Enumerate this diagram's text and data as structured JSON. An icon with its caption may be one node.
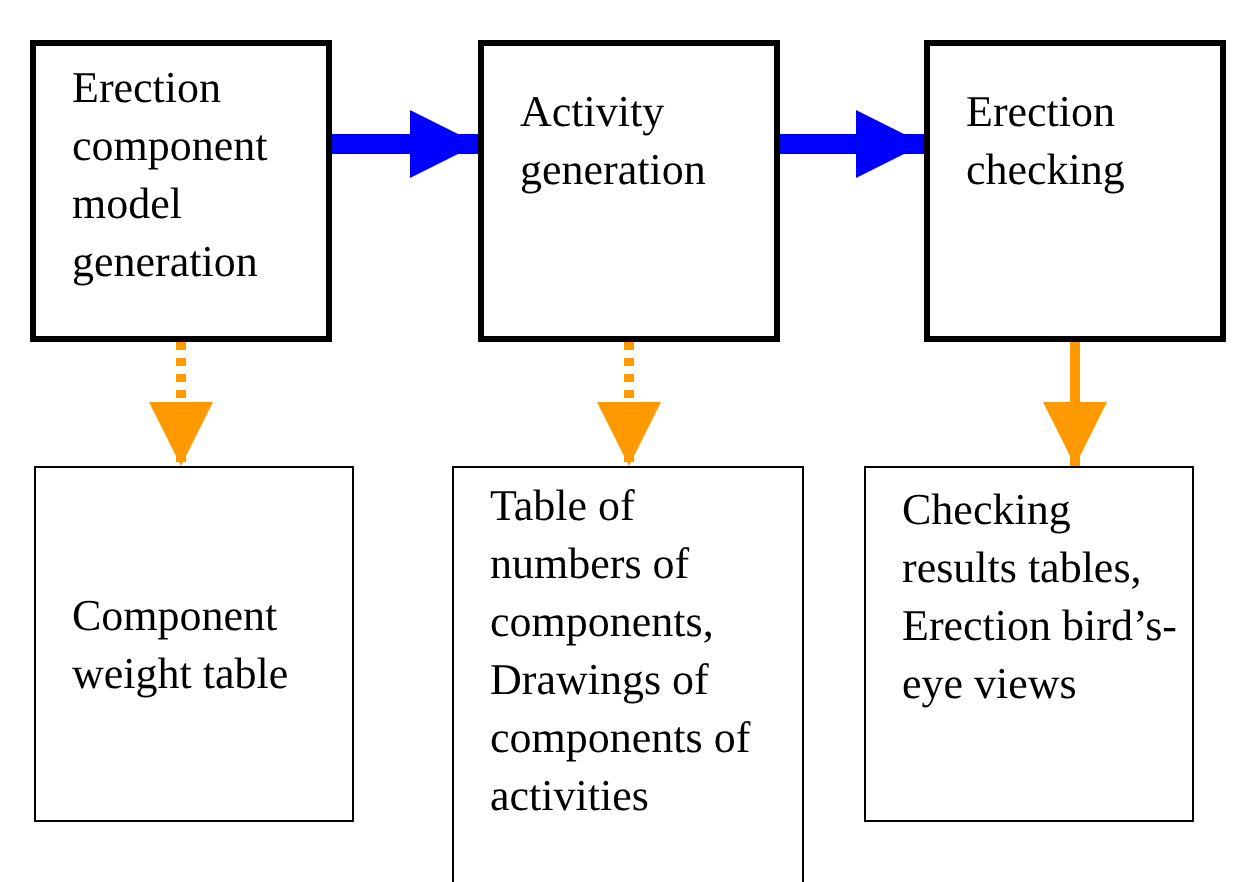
{
  "diagram": {
    "nodes": [
      {
        "text": [
          "Erection component model generation"
        ]
      },
      {
        "text": [
          "Activity generation"
        ]
      },
      {
        "text": [
          "Erection checking"
        ]
      },
      {
        "text": [
          "Component weight table"
        ]
      },
      {
        "text": [
          "Table of numbers of components, Drawings of components of activities"
        ]
      },
      {
        "text": [
          "Checking results tables, Erection bird’s-eye views"
        ]
      }
    ],
    "edges": [
      {
        "from": 0,
        "to": 1,
        "arrow": "to",
        "style": "thick",
        "color": "#0000ff"
      },
      {
        "from": 1,
        "to": 2,
        "arrow": "to",
        "style": "thick",
        "color": "#0000ff"
      },
      {
        "from": 0,
        "to": 3,
        "arrow": "to",
        "style": "dashed"
      },
      {
        "from": 1,
        "to": 4,
        "arrow": "to",
        "style": "dashed"
      },
      {
        "from": 2,
        "to": 5,
        "arrow": "to"
      }
    ]
  }
}
